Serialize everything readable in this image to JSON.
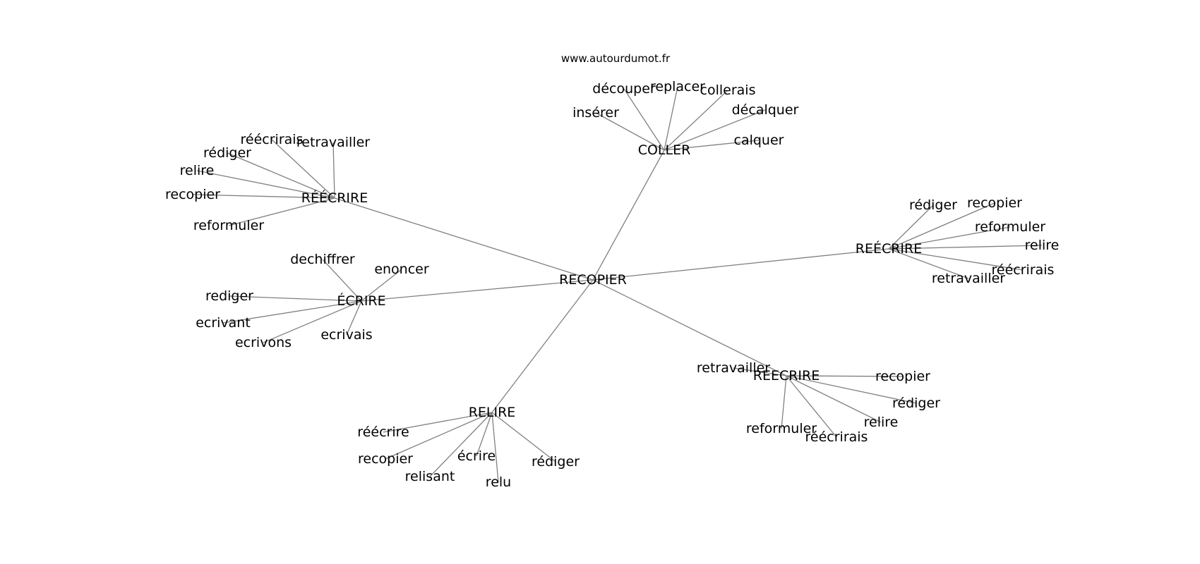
{
  "header": {
    "site": "www.autourdumot.fr"
  },
  "graph": {
    "root": "n0",
    "nodes": [
      {
        "id": "n0",
        "label": "RECOPIER"
      },
      {
        "id": "h1",
        "label": "COLLER"
      },
      {
        "id": "h2",
        "label": "RÉÉCRIRE"
      },
      {
        "id": "h3",
        "label": "ÉCRIRE"
      },
      {
        "id": "h4",
        "label": "REÉCRIRE"
      },
      {
        "id": "h5",
        "label": "REECRIRE"
      },
      {
        "id": "h6",
        "label": "RELIRE"
      },
      {
        "id": "c1",
        "label": "découper"
      },
      {
        "id": "c2",
        "label": "replacer"
      },
      {
        "id": "c3",
        "label": "collerais"
      },
      {
        "id": "c4",
        "label": "insérer"
      },
      {
        "id": "c5",
        "label": "décalquer"
      },
      {
        "id": "c6",
        "label": "calquer"
      },
      {
        "id": "r1",
        "label": "réécrirais"
      },
      {
        "id": "r2",
        "label": "retravailler"
      },
      {
        "id": "r3",
        "label": "rédiger"
      },
      {
        "id": "r4",
        "label": "relire"
      },
      {
        "id": "r5",
        "label": "recopier"
      },
      {
        "id": "r6",
        "label": "reformuler"
      },
      {
        "id": "e1",
        "label": "dechiffrer"
      },
      {
        "id": "e2",
        "label": "enoncer"
      },
      {
        "id": "e3",
        "label": "rediger"
      },
      {
        "id": "e4",
        "label": "ecrivant"
      },
      {
        "id": "e5",
        "label": "ecrivons"
      },
      {
        "id": "e6",
        "label": "ecrivais"
      },
      {
        "id": "f1",
        "label": "rédiger"
      },
      {
        "id": "f2",
        "label": "recopier"
      },
      {
        "id": "f3",
        "label": "reformuler"
      },
      {
        "id": "f4",
        "label": "relire"
      },
      {
        "id": "f5",
        "label": "réécrirais"
      },
      {
        "id": "f6",
        "label": "retravailler"
      },
      {
        "id": "g1",
        "label": "retravailler"
      },
      {
        "id": "g2",
        "label": "recopier"
      },
      {
        "id": "g3",
        "label": "rédiger"
      },
      {
        "id": "g4",
        "label": "relire"
      },
      {
        "id": "g5",
        "label": "reformuler"
      },
      {
        "id": "g6",
        "label": "réécrirais"
      },
      {
        "id": "l1",
        "label": "réécrire"
      },
      {
        "id": "l2",
        "label": "recopier"
      },
      {
        "id": "l3",
        "label": "relisant"
      },
      {
        "id": "l4",
        "label": "écrire"
      },
      {
        "id": "l5",
        "label": "relu"
      },
      {
        "id": "l6",
        "label": "rédiger"
      }
    ],
    "edges": [
      [
        "n0",
        "h1"
      ],
      [
        "n0",
        "h2"
      ],
      [
        "n0",
        "h3"
      ],
      [
        "n0",
        "h4"
      ],
      [
        "n0",
        "h5"
      ],
      [
        "n0",
        "h6"
      ],
      [
        "h1",
        "c1"
      ],
      [
        "h1",
        "c2"
      ],
      [
        "h1",
        "c3"
      ],
      [
        "h1",
        "c4"
      ],
      [
        "h1",
        "c5"
      ],
      [
        "h1",
        "c6"
      ],
      [
        "h2",
        "r1"
      ],
      [
        "h2",
        "r2"
      ],
      [
        "h2",
        "r3"
      ],
      [
        "h2",
        "r4"
      ],
      [
        "h2",
        "r5"
      ],
      [
        "h2",
        "r6"
      ],
      [
        "h3",
        "e1"
      ],
      [
        "h3",
        "e2"
      ],
      [
        "h3",
        "e3"
      ],
      [
        "h3",
        "e4"
      ],
      [
        "h3",
        "e5"
      ],
      [
        "h3",
        "e6"
      ],
      [
        "h4",
        "f1"
      ],
      [
        "h4",
        "f2"
      ],
      [
        "h4",
        "f3"
      ],
      [
        "h4",
        "f4"
      ],
      [
        "h4",
        "f5"
      ],
      [
        "h4",
        "f6"
      ],
      [
        "h5",
        "g1"
      ],
      [
        "h5",
        "g2"
      ],
      [
        "h5",
        "g3"
      ],
      [
        "h5",
        "g4"
      ],
      [
        "h5",
        "g5"
      ],
      [
        "h5",
        "g6"
      ],
      [
        "h6",
        "l1"
      ],
      [
        "h6",
        "l2"
      ],
      [
        "h6",
        "l3"
      ],
      [
        "h6",
        "l4"
      ],
      [
        "h6",
        "l5"
      ],
      [
        "h6",
        "l6"
      ]
    ]
  }
}
